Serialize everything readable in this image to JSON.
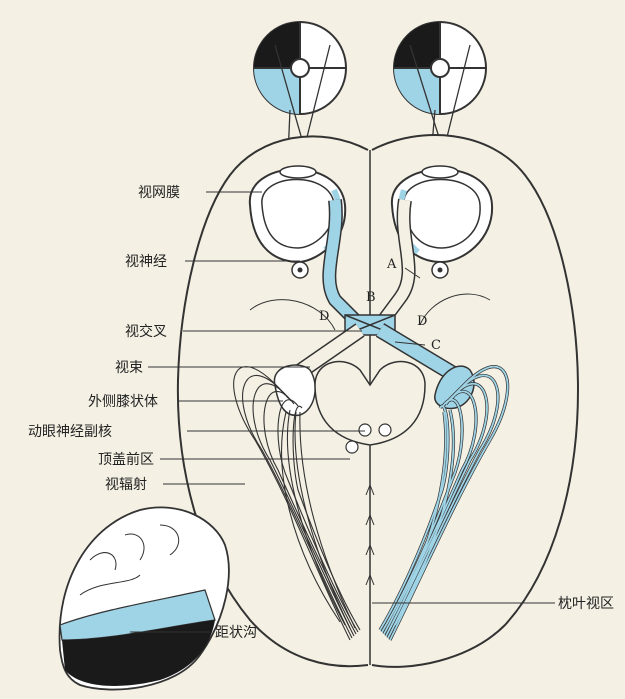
{
  "labels": {
    "retina": "视网膜",
    "optic_nerve": "视神经",
    "optic_chiasm": "视交叉",
    "optic_tract": "视束",
    "lgn": "外侧膝状体",
    "oculomotor_nucleus": "动眼神经副核",
    "pretectal_area": "顶盖前区",
    "optic_radiation": "视辐射",
    "occipital_area": "枕叶视区",
    "calcarine_sulcus": "距状沟"
  },
  "markers": {
    "a": "A",
    "b": "B",
    "c": "C",
    "d_left": "D",
    "d_right": "D"
  },
  "colors": {
    "background": "#f4f1e4",
    "highlight": "#9fd3e6",
    "outline": "#333333",
    "dark": "#1a1a1a"
  }
}
